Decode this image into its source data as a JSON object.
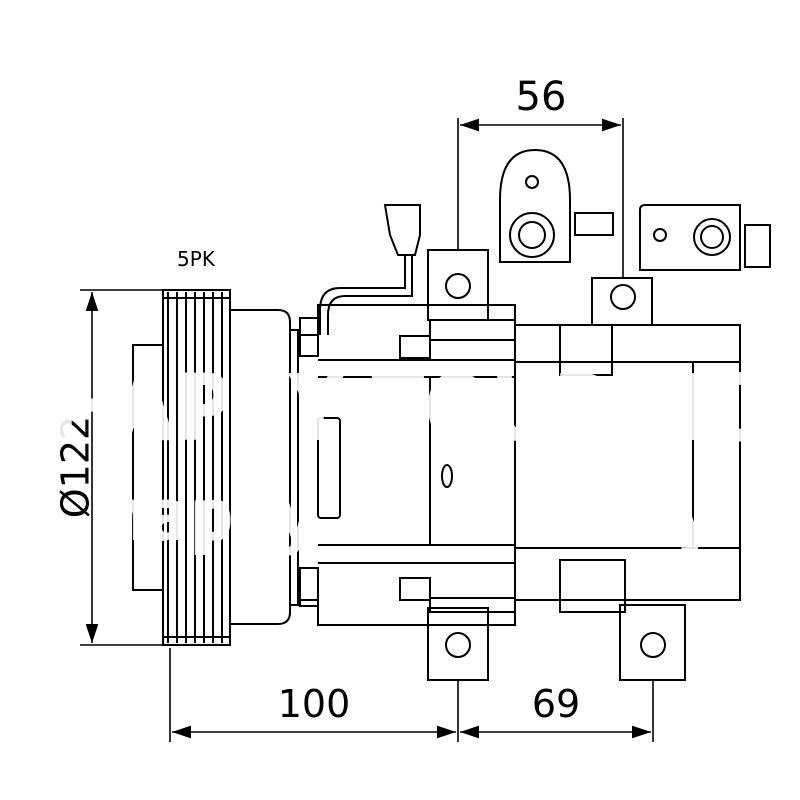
{
  "dimensions": {
    "top_width": "56",
    "pulley_diameter": "Ø122",
    "bottom_left": "100",
    "bottom_right": "69"
  },
  "labels": {
    "belt": "5PK"
  },
  "watermark": {
    "line1": "HAPPY TOURING",
    "line2": "happy on the way"
  },
  "colors": {
    "line": "#000000",
    "background": "#ffffff"
  }
}
